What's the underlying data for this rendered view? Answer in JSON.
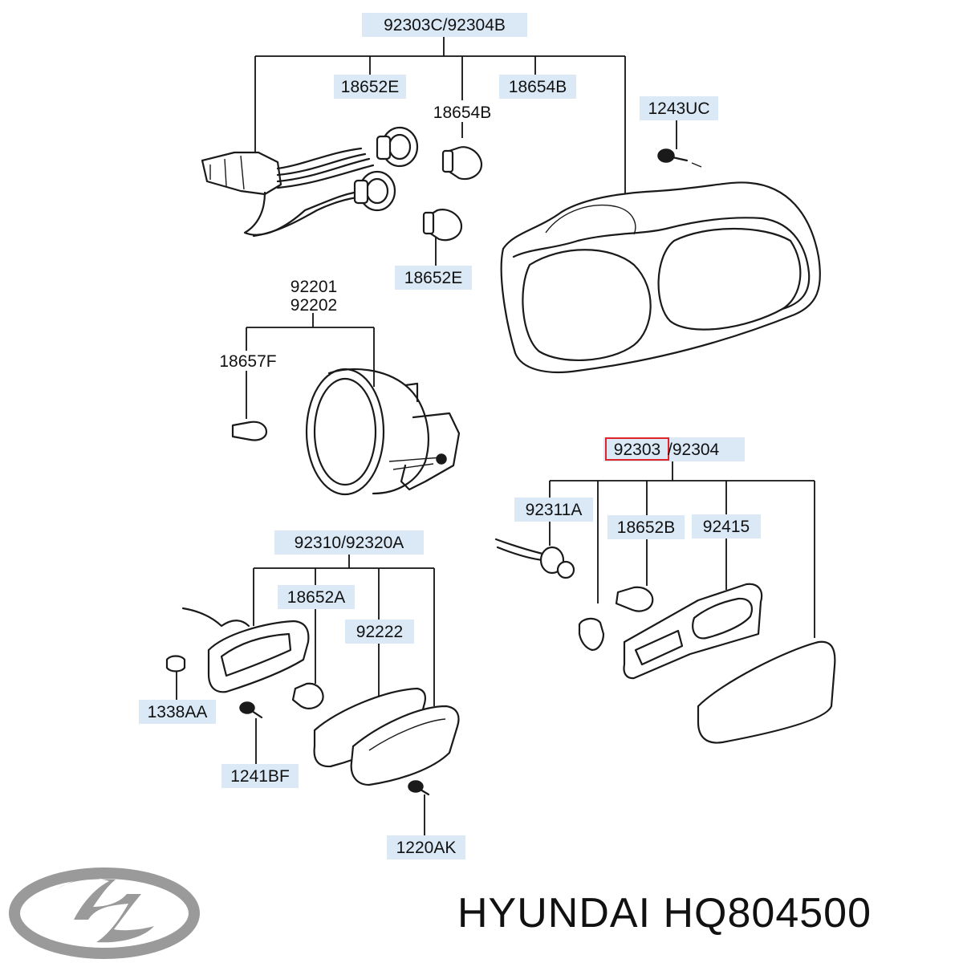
{
  "colors": {
    "label_highlight": "#dbe9f6",
    "selected_outline": "#e0242c",
    "line": "#111111",
    "logo": "#9a9a9a"
  },
  "brand": {
    "logo_icon": "hyundai-logo-icon",
    "text": "HYUNDAI HQ804500"
  },
  "labels": {
    "head_lamp": "92303C/92304B",
    "bulb_18652E_top": "18652E",
    "bulb_18654B_top": "18654B",
    "bulb_18654B_mid": "18654B",
    "screw_1243UC": "1243UC",
    "bulb_18652E_bottom": "18652E",
    "fog_lamp_line1": "92201",
    "fog_lamp_line2": "92202",
    "bulb_18657F": "18657F",
    "side_lamp_selected": "92303",
    "side_lamp_slash": "/92304",
    "socket_92311A": "92311A",
    "bulb_18652B": "18652B",
    "gasket_92415": "92415",
    "marker_lamp": "92310/92320A",
    "bulb_18652A": "18652A",
    "gasket_92222": "92222",
    "clip_1338AA": "1338AA",
    "screw_1241BF": "1241BF",
    "screw_1220AK": "1220AK"
  }
}
